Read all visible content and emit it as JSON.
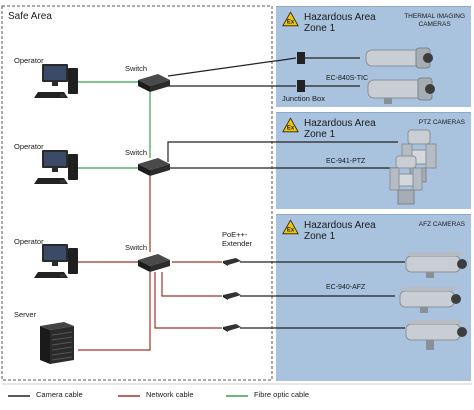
{
  "safe_area": {
    "title": "Safe Area"
  },
  "zones": [
    {
      "title": "Hazardous Area\nZone 1",
      "category": "THERMAL IMAGING\nCAMERAS"
    },
    {
      "title": "Hazardous Area\nZone 1",
      "category": "PTZ CAMERAS"
    },
    {
      "title": "Hazardous Area\nZone 1",
      "category": "AFZ CAMERAS"
    }
  ],
  "ex_symbol": "Ex",
  "operators": [
    "Operator",
    "Operator",
    "Operator"
  ],
  "server": "Server",
  "switches": [
    "Switch",
    "Switch",
    "Switch"
  ],
  "junction_box": "Junction Box",
  "extender": "PoE++-\nExtender",
  "models": {
    "thermal": "EC-840S-TIC",
    "ptz": "EC-941-PTZ",
    "afz": "EC-940-AFZ"
  },
  "legend": {
    "camera": {
      "label": "Camera cable",
      "color": "#222222"
    },
    "network": {
      "label": "Network cable",
      "color": "#a3322a"
    },
    "fibre": {
      "label": "Fibre optic cable",
      "color": "#3aa14a"
    }
  },
  "colors": {
    "zone_bg": "#a9c3df",
    "ex_yellow": "#f2c500"
  }
}
